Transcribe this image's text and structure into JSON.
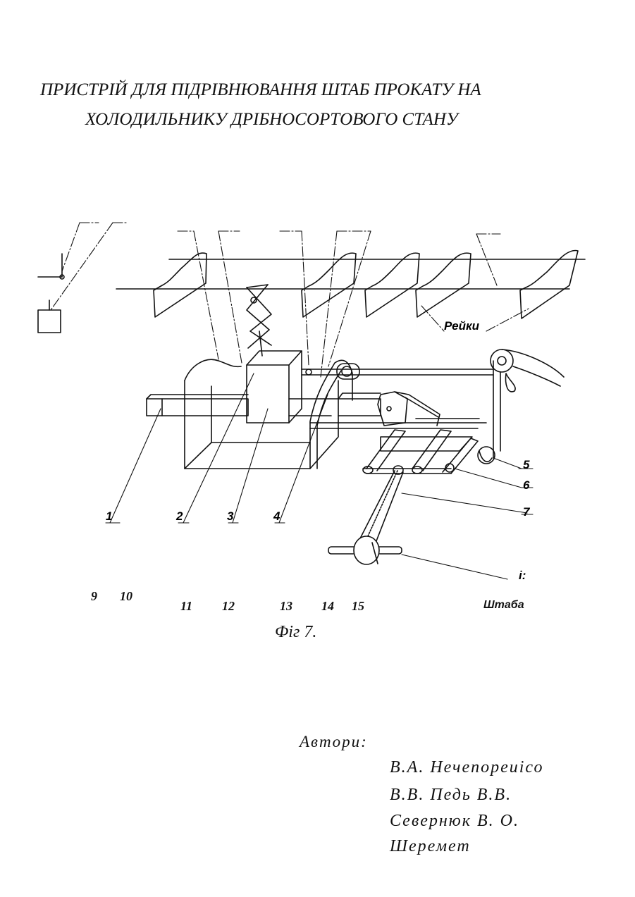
{
  "title": {
    "line1": "ПРИСТРІЙ ДЛЯ ПІДРІВНЮВАННЯ ШТАБ ПРОКАТУ НА",
    "line2": "ХОЛОДИЛЬНИКУ ДРІБНОСОРТОВОГО СТАНУ"
  },
  "drawing": {
    "rails_label": "Рейки",
    "callouts_right": [
      "5",
      "6",
      "7"
    ],
    "callouts_bottom": [
      "1",
      "2",
      "3",
      "4"
    ],
    "stray_mark": "і:",
    "bottom_numbers": [
      "9",
      "10",
      "11",
      "12",
      "13",
      "14",
      "15"
    ],
    "strip_label": "Штаба"
  },
  "figure_caption": "Фіг 7.",
  "authors": {
    "label": "Автори:",
    "lines": [
      "В.А. Нечепореиісо",
      "В.В. Педь В.В.",
      "Севернюк В. О.",
      "Шеремет"
    ]
  }
}
